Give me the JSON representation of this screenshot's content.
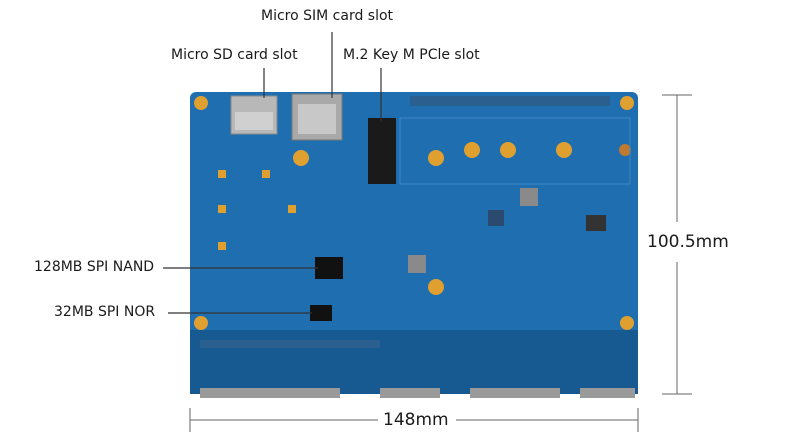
{
  "labels": {
    "micro_sim": "Micro SIM card slot",
    "micro_sd": "Micro SD card slot",
    "m2_slot": "M.2 Key M PCle slot",
    "spi_nand": "128MB SPI NAND",
    "spi_nor": "32MB SPI NOR"
  },
  "dimensions": {
    "height": "100.5mm",
    "width": "148mm"
  },
  "colors": {
    "board": "#1f6fb0",
    "board_dark": "#175a92",
    "pad_gold": "#e0a030",
    "line": "#444444"
  }
}
